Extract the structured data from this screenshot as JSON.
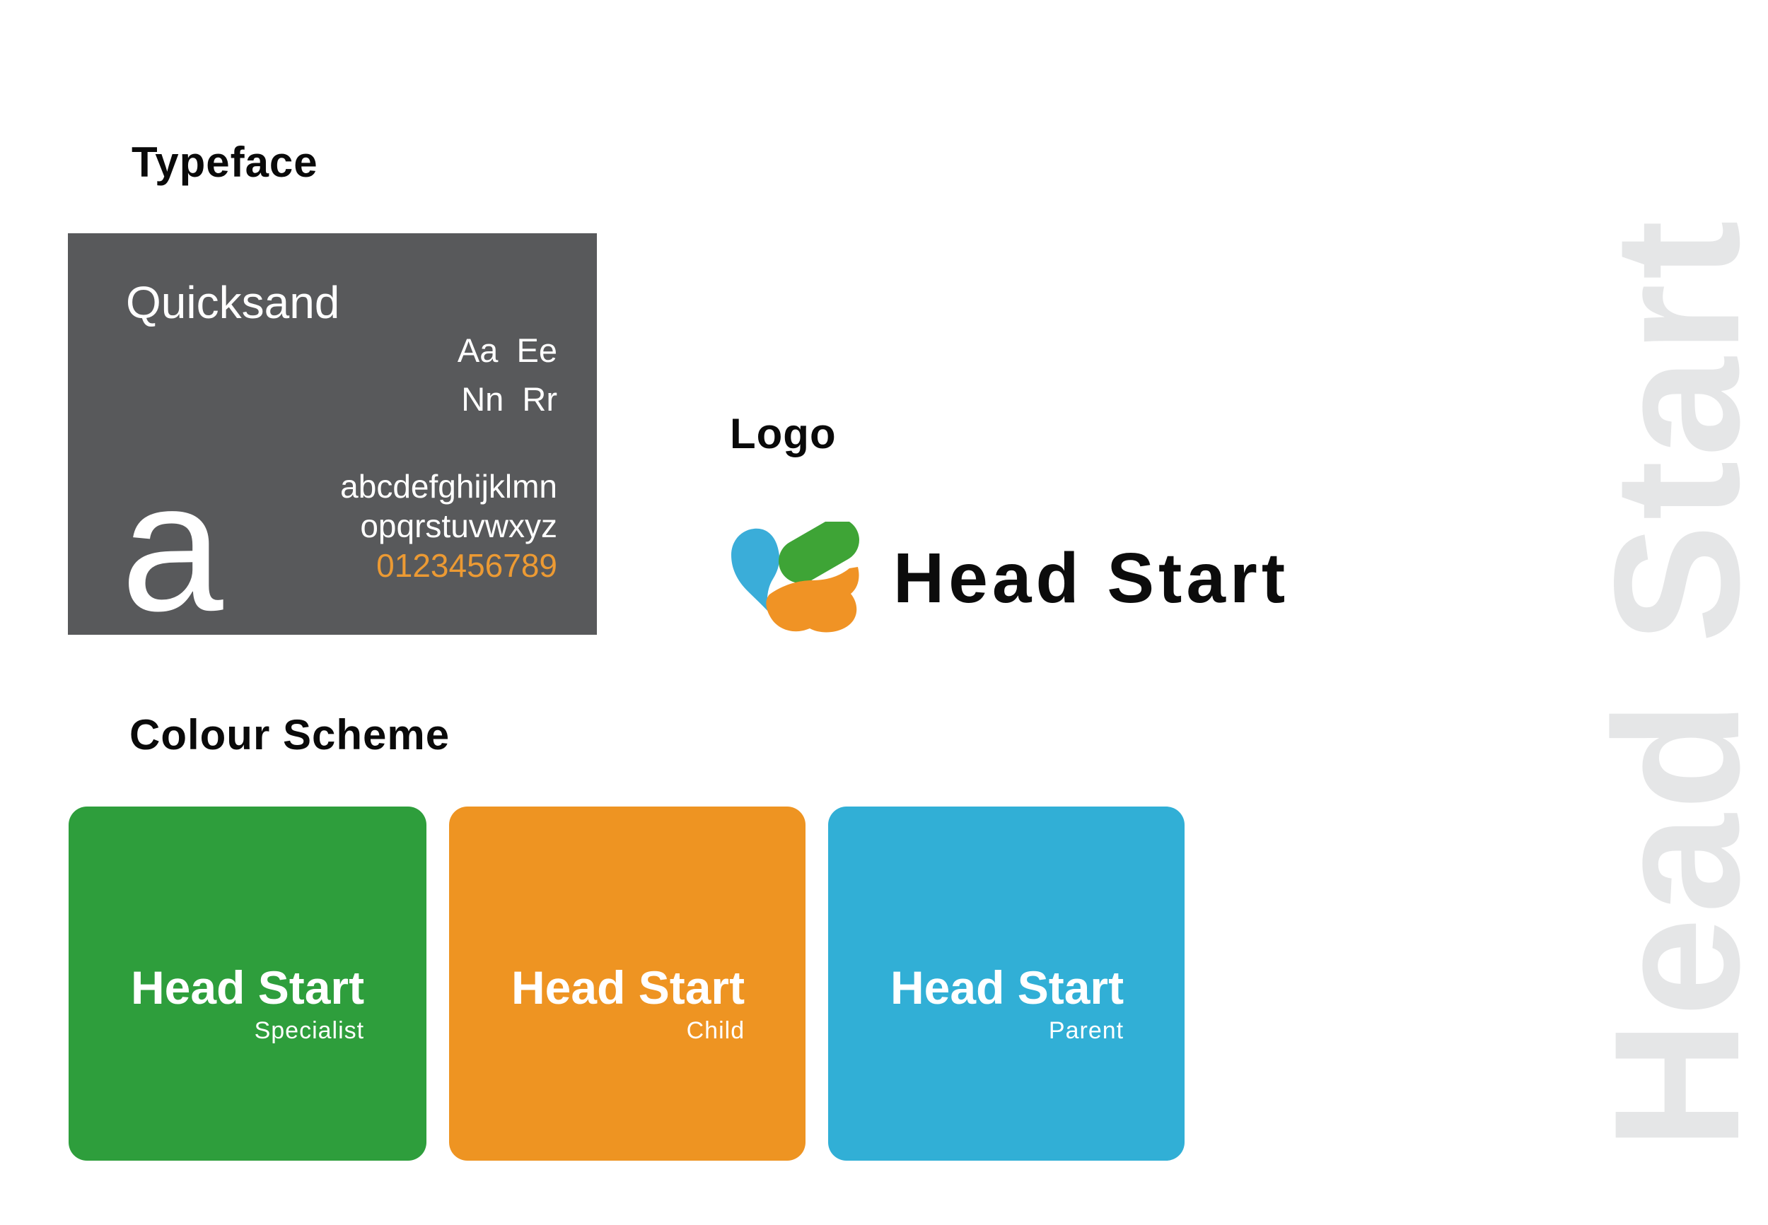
{
  "page": {
    "background": "#ffffff"
  },
  "typeface_section": {
    "heading": "Typeface",
    "card": {
      "bg": "#58595B",
      "font_name": "Quicksand",
      "pairs_line1": "Aa  Ee",
      "pairs_line2": "Nn  Rr",
      "big_letter": "a",
      "alphabet_line1": "abcdefghijklmn",
      "alphabet_line2": "opqrstuvwxyz",
      "digits": "0123456789",
      "digits_color": "#EC9A33",
      "text_color": "#ffffff"
    }
  },
  "logo_section": {
    "heading": "Logo",
    "wordmark": "Head Start",
    "mark_colors": {
      "blue": "#3AADD9",
      "green": "#3EA436",
      "orange": "#F09325"
    }
  },
  "colour_section": {
    "heading": "Colour Scheme",
    "cards": [
      {
        "title": "Head Start",
        "subtitle": "Specialist",
        "color": "#2E9E3C"
      },
      {
        "title": "Head Start",
        "subtitle": "Child",
        "color": "#EE9422"
      },
      {
        "title": "Head Start",
        "subtitle": "Parent",
        "color": "#31AFD6"
      }
    ]
  },
  "watermark": {
    "text": "Head Start",
    "color": "#E5E6E7"
  }
}
